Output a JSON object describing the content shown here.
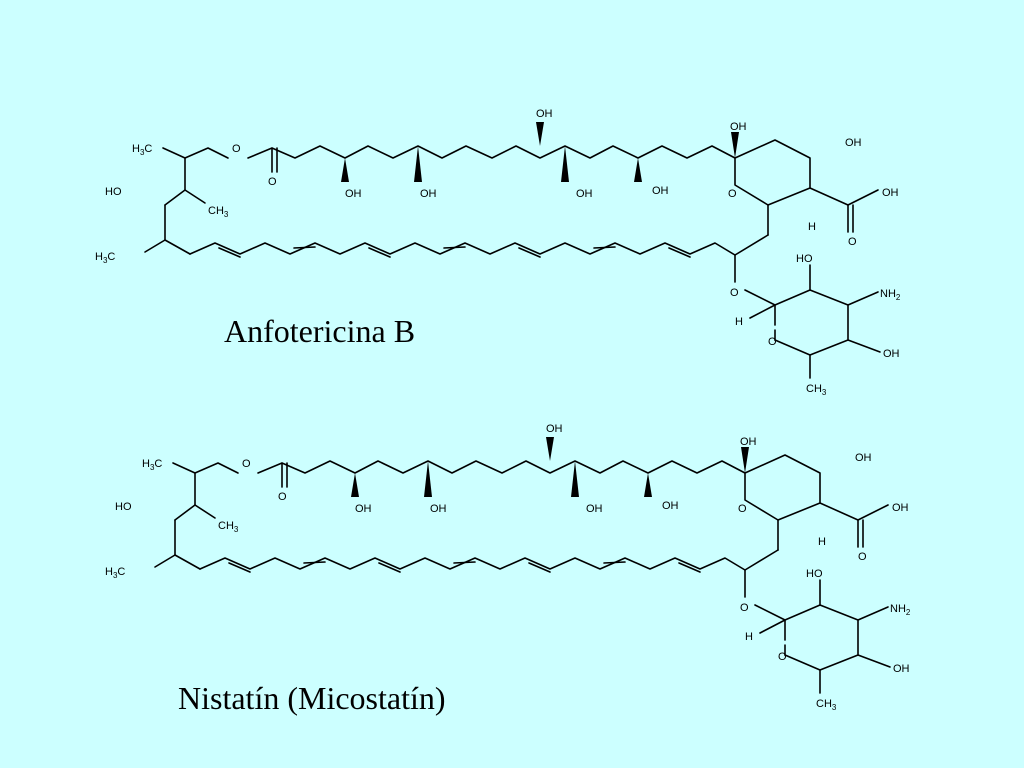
{
  "slide": {
    "background": "#ccffff",
    "molecule_1_name": "Anfotericina B",
    "molecule_2_name": "Nistatín (Micostatín)"
  },
  "labels": {
    "h3c": "H",
    "h3c_sub": "3",
    "c_after": "C",
    "ch3_c": "CH",
    "ch3_sub": "3",
    "oh": "OH",
    "ho": "HO",
    "o": "O",
    "h": "H",
    "nh2": "NH",
    "nh2_sub": "2"
  }
}
